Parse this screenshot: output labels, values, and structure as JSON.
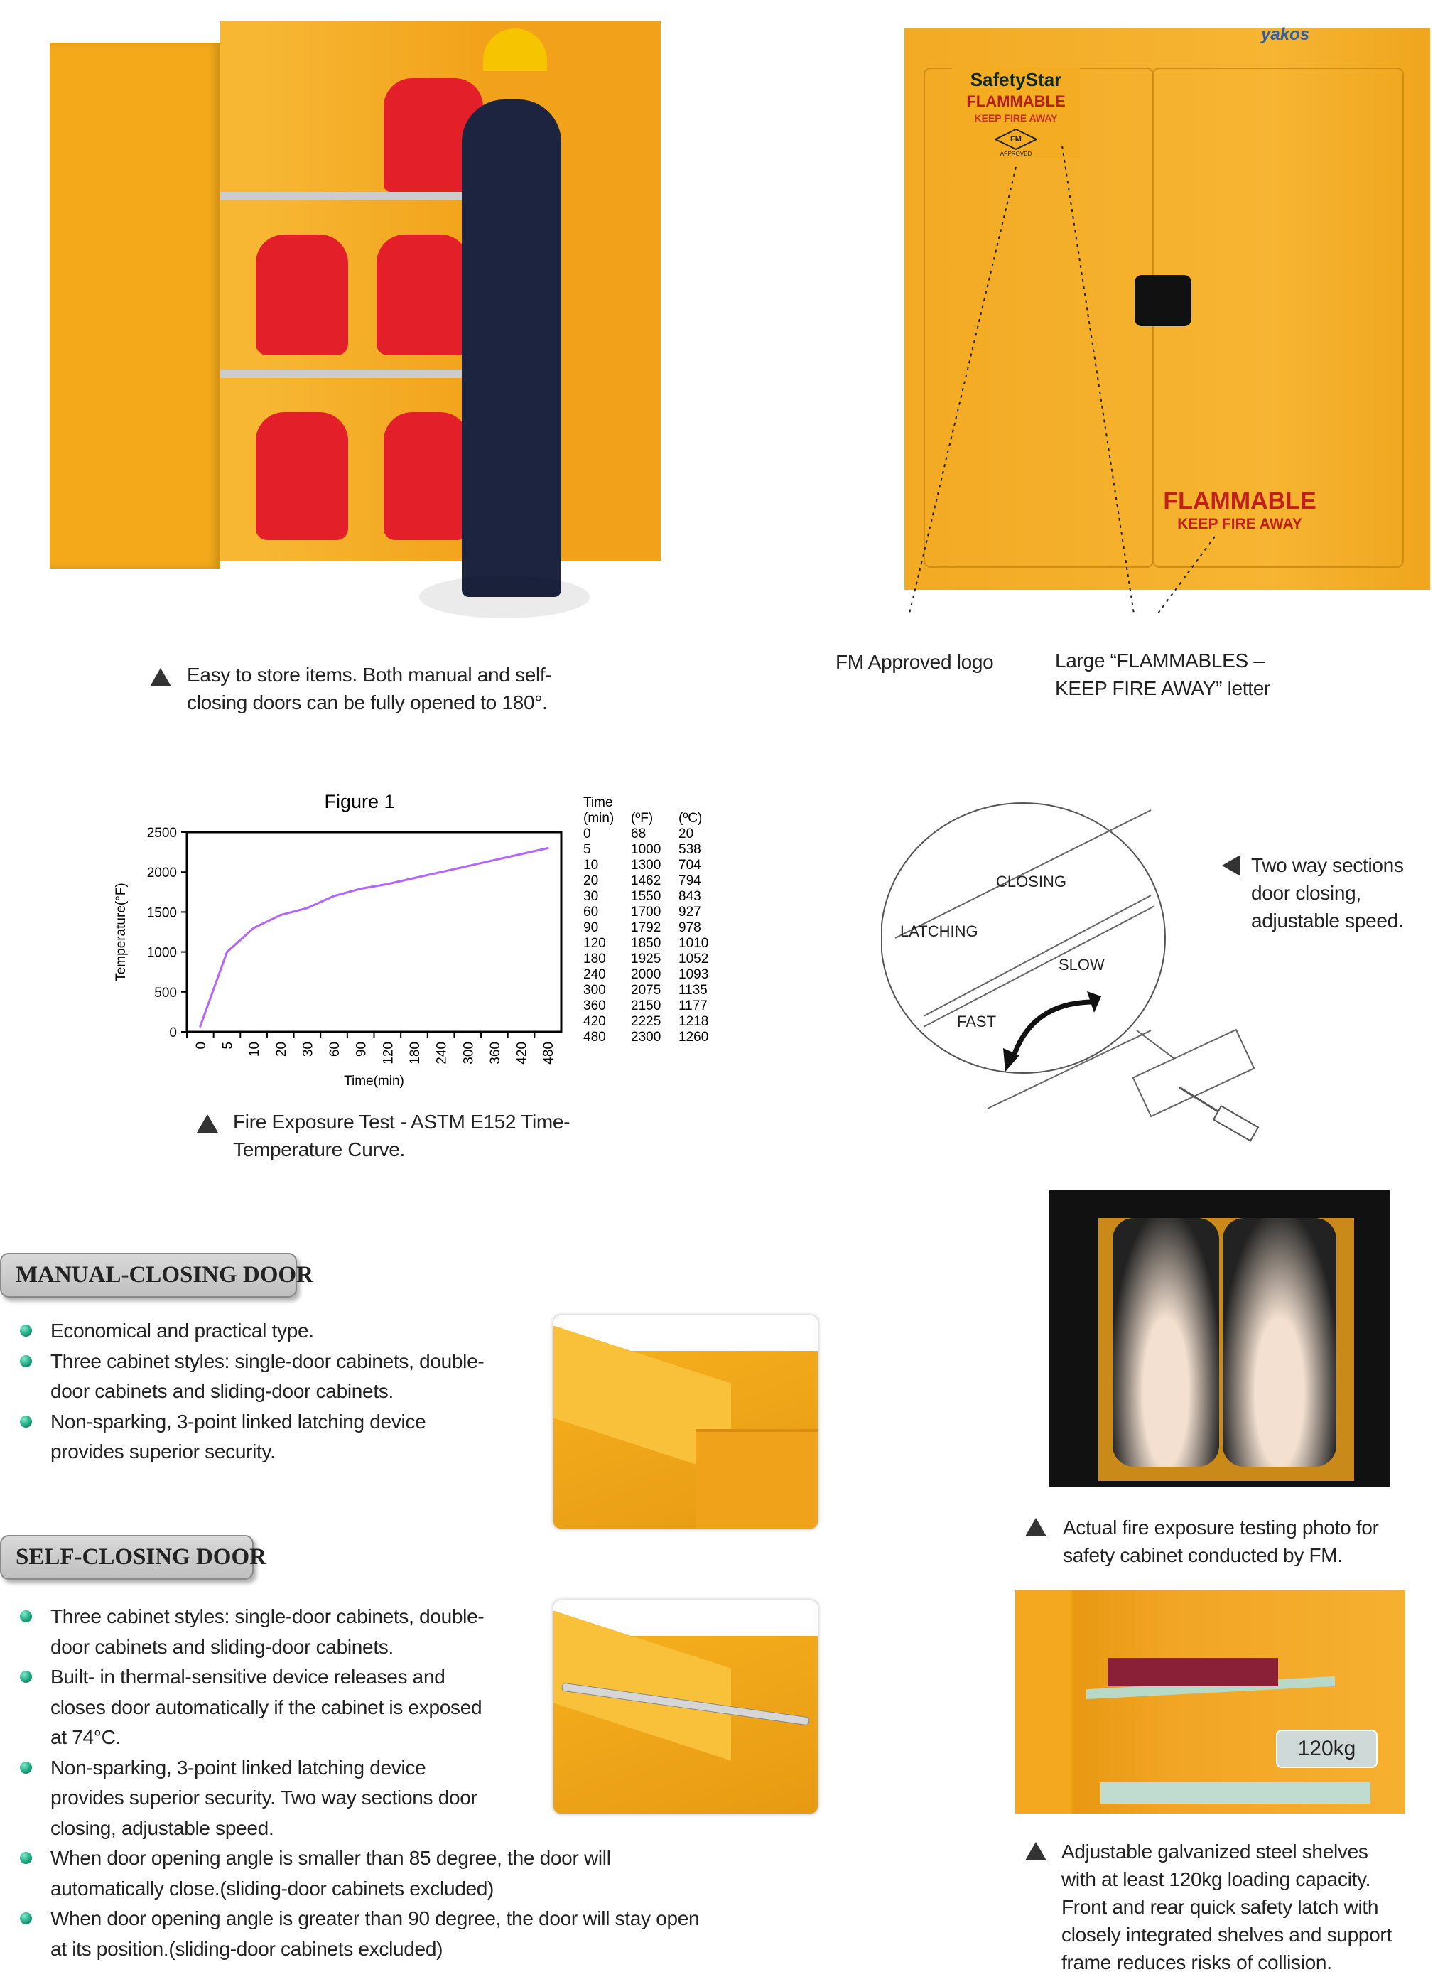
{
  "top_left": {
    "caption": [
      "Easy to store items. Both manual and self-",
      "closing doors can be fully opened to 180°."
    ]
  },
  "top_right": {
    "brand_logo": "yakos",
    "door_label": {
      "brand": "SafetyStar",
      "line1": "FLAMMABLE",
      "line2": "KEEP FIRE AWAY",
      "mark": "FM",
      "mark_sub": "APPROVED"
    },
    "big_label": {
      "line1": "FLAMMABLE",
      "line2": "KEEP FIRE AWAY"
    },
    "callout_fm": "FM Approved logo",
    "callout_large": [
      "Large “FLAMMABLES –",
      "KEEP FIRE AWAY” letter"
    ]
  },
  "chart_data": {
    "type": "line",
    "title": "Figure 1",
    "xlabel": "Time(min)",
    "ylabel": "Temperature(°F)",
    "categories": [
      "0",
      "5",
      "10",
      "20",
      "30",
      "60",
      "90",
      "120",
      "180",
      "240",
      "300",
      "360",
      "420",
      "480"
    ],
    "series": [
      {
        "name": "Temperature (°F)",
        "values": [
          68,
          1000,
          1300,
          1462,
          1550,
          1700,
          1792,
          1850,
          1925,
          2000,
          2075,
          2150,
          2225,
          2300
        ],
        "color": "#b266ff"
      }
    ],
    "yticks": [
      "0",
      "500",
      "1000",
      "1500",
      "2000",
      "2500"
    ],
    "ylim": [
      0,
      2500
    ],
    "grid": false,
    "table": {
      "headers": [
        [
          "Time",
          "(min)"
        ],
        [
          "",
          "(ºF)"
        ],
        [
          "",
          "(ºC)"
        ]
      ],
      "rows": [
        [
          "0",
          "68",
          "20"
        ],
        [
          "5",
          "1000",
          "538"
        ],
        [
          "10",
          "1300",
          "704"
        ],
        [
          "20",
          "1462",
          "794"
        ],
        [
          "30",
          "1550",
          "843"
        ],
        [
          "60",
          "1700",
          "927"
        ],
        [
          "90",
          "1792",
          "978"
        ],
        [
          "120",
          "1850",
          "1010"
        ],
        [
          "180",
          "1925",
          "1052"
        ],
        [
          "240",
          "2000",
          "1093"
        ],
        [
          "300",
          "2075",
          "1135"
        ],
        [
          "360",
          "2150",
          "1177"
        ],
        [
          "420",
          "2225",
          "1218"
        ],
        [
          "480",
          "2300",
          "1260"
        ]
      ]
    }
  },
  "chart_caption": [
    "Fire Exposure Test - ASTM E152 Time-",
    "Temperature Curve."
  ],
  "diagram": {
    "labels": {
      "closing": "CLOSING",
      "latching": "LATCHING",
      "slow": "SLOW",
      "fast": "FAST"
    },
    "caption": [
      "Two way sections",
      "door closing,",
      "adjustable speed."
    ]
  },
  "fire_photo": {
    "caption": [
      "Actual fire exposure testing photo for",
      "safety cabinet conducted by FM."
    ]
  },
  "shelf_photo": {
    "badge": "120kg",
    "caption": [
      "Adjustable galvanized steel shelves",
      "with at least 120kg loading capacity.",
      "Front and rear quick safety latch with",
      "closely integrated shelves and support",
      "frame reduces risks of collision."
    ]
  },
  "manual": {
    "title": "MANUAL-CLOSING DOOR",
    "bullets": [
      [
        "Economical and practical type."
      ],
      [
        "Three cabinet styles: single-door cabinets, double-",
        "door cabinets and sliding-door cabinets."
      ],
      [
        "Non-sparking, 3-point linked latching device",
        "provides superior security."
      ]
    ]
  },
  "self": {
    "title": "SELF-CLOSING DOOR",
    "bullets": [
      [
        "Three cabinet styles: single-door cabinets, double-",
        "door cabinets and sliding-door cabinets."
      ],
      [
        "Built- in thermal-sensitive device releases and",
        "closes door automatically if the cabinet is exposed",
        "at 74°C."
      ],
      [
        "Non-sparking, 3-point linked latching device",
        "provides superior security. Two way sections door",
        "closing, adjustable speed."
      ],
      [
        "When door opening angle is smaller than 85 degree, the door will",
        "automatically close.(sliding-door cabinets excluded)"
      ],
      [
        "When door opening angle is greater than 90 degree, the door will stay open",
        "at its position.(sliding-door cabinets excluded)"
      ]
    ]
  }
}
